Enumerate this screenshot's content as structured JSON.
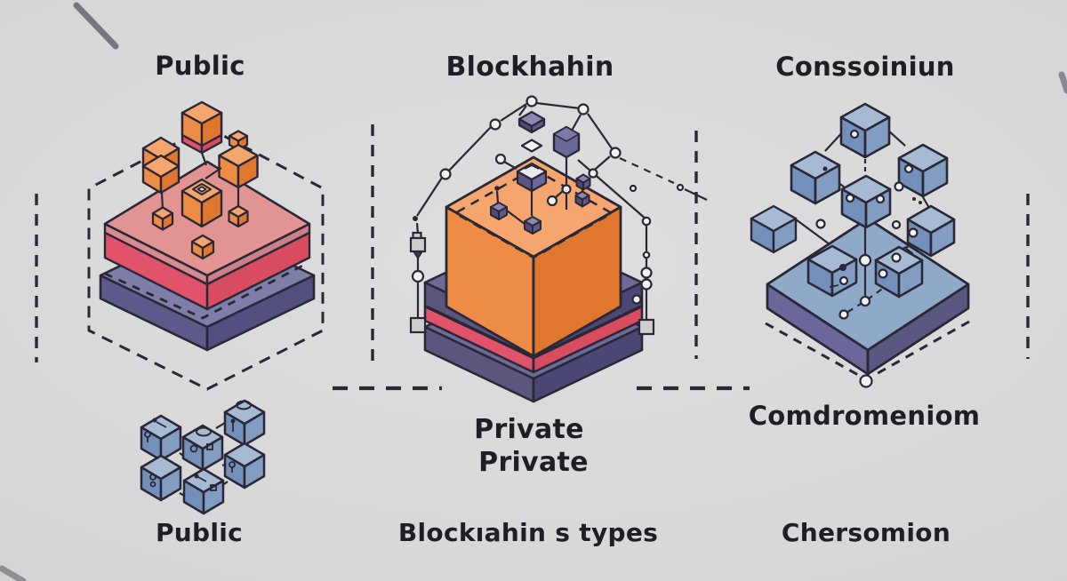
{
  "title": "Blockchain types illustration",
  "labels": {
    "top_left": "Public",
    "top_center": "Blockhahin",
    "top_right": "Conssoiniun",
    "center_private_line1": "Private",
    "center_private_line2": "Private",
    "right_mid": "Comdromeniom",
    "bottom_left": "Public",
    "bottom_center": "Blockıahin s types",
    "bottom_right": "Chersomion"
  },
  "illustrations": {
    "left": "public-blockchain-stack",
    "center": "private-blockchain-stack",
    "right": "consortium-network-cubes",
    "bottom_left": "linked-cubes-cluster"
  },
  "colors": {
    "background": "#D8D8D8",
    "ink": "#2A2737",
    "orange_top": "#F4A66E",
    "orange_left": "#EE8B44",
    "orange_right": "#E0772F",
    "salmon_top": "#E29492",
    "salmon_edge_left": "#D88A90",
    "salmon_edge_right": "#CD7F89",
    "crimson_left": "#E1536A",
    "crimson_right": "#D84C5F",
    "crimson_top": "#E8697B",
    "purple_top": "#7D7FA9",
    "purple_left": "#5C5A8A",
    "purple_right": "#504F7D",
    "mid_purple_top": "#6E6B9B",
    "mid_purple_left": "#5A567E",
    "mid_purple_right": "#4B4875",
    "gem_top": "#8A88B3",
    "gem_left": "#4F4C78",
    "gem_right": "#5D5A8C",
    "hexagon_fill": "#6B689A",
    "hexagon_facet": "#7B79A8",
    "box_top": "#E9E9F0",
    "blue_top": "#A6BBD3",
    "blue_left": "#7390BA",
    "blue_right": "#829CC2",
    "slate_platform_top": "#8FA9C9",
    "slate_platform_left": "#6B6899",
    "slate_platform_right": "#595682",
    "node_fill": "#F2F2F2",
    "square_fill": "#CDCDCD",
    "inner_diamond": "#F7DDBC",
    "text": "#1F1E26"
  }
}
